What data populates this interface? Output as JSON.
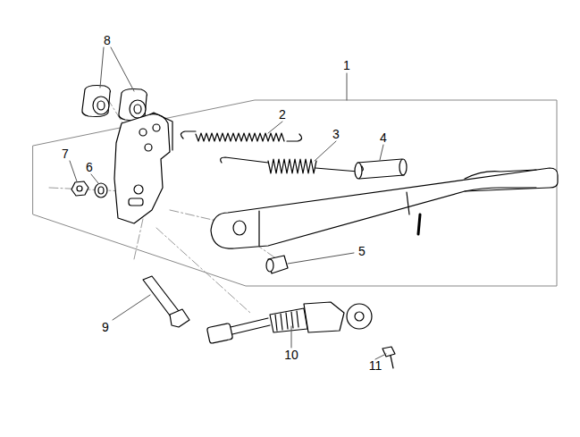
{
  "diagram": {
    "labels": [
      "8",
      "1",
      "2",
      "3",
      "4",
      "7",
      "6",
      "5",
      "9",
      "10",
      "11"
    ]
  }
}
